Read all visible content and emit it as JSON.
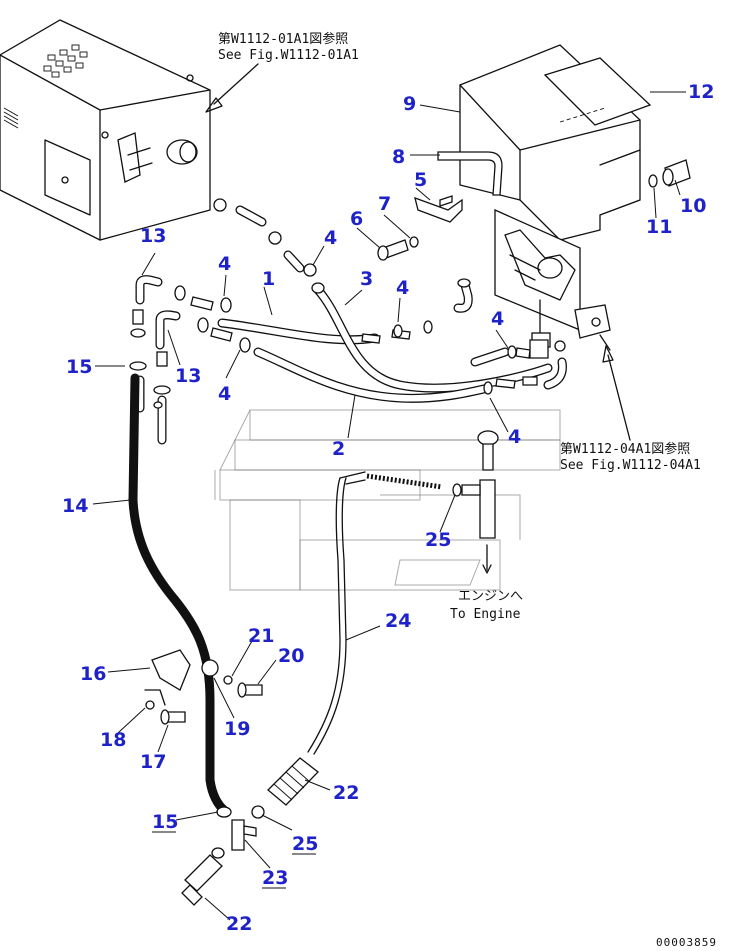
{
  "references": {
    "top_jp": "第W1112-01A1図参照",
    "top_en": "See Fig.W1112-01A1",
    "right_jp": "第W1112-04A1図参照",
    "right_en": "See Fig.W1112-04A1",
    "engine_jp": "エンジンへ",
    "engine_en": "To Engine"
  },
  "callouts": {
    "c1": "1",
    "c2": "2",
    "c3": "3",
    "c4a": "4",
    "c4b": "4",
    "c4c": "4",
    "c4d": "4",
    "c4e": "4",
    "c4f": "4",
    "c5": "5",
    "c6": "6",
    "c7": "7",
    "c8": "8",
    "c9": "9",
    "c10": "10",
    "c11": "11",
    "c12": "12",
    "c13a": "13",
    "c13b": "13",
    "c14": "14",
    "c15a": "15",
    "c15b": "15",
    "c16": "16",
    "c17": "17",
    "c18": "18",
    "c19": "19",
    "c20": "20",
    "c21": "21",
    "c22a": "22",
    "c22b": "22",
    "c23": "23",
    "c24": "24",
    "c25a": "25",
    "c25b": "25"
  },
  "footer": {
    "drawing_number": "00003859"
  },
  "colors": {
    "callout": "#1e22c8",
    "line": "#111111"
  }
}
